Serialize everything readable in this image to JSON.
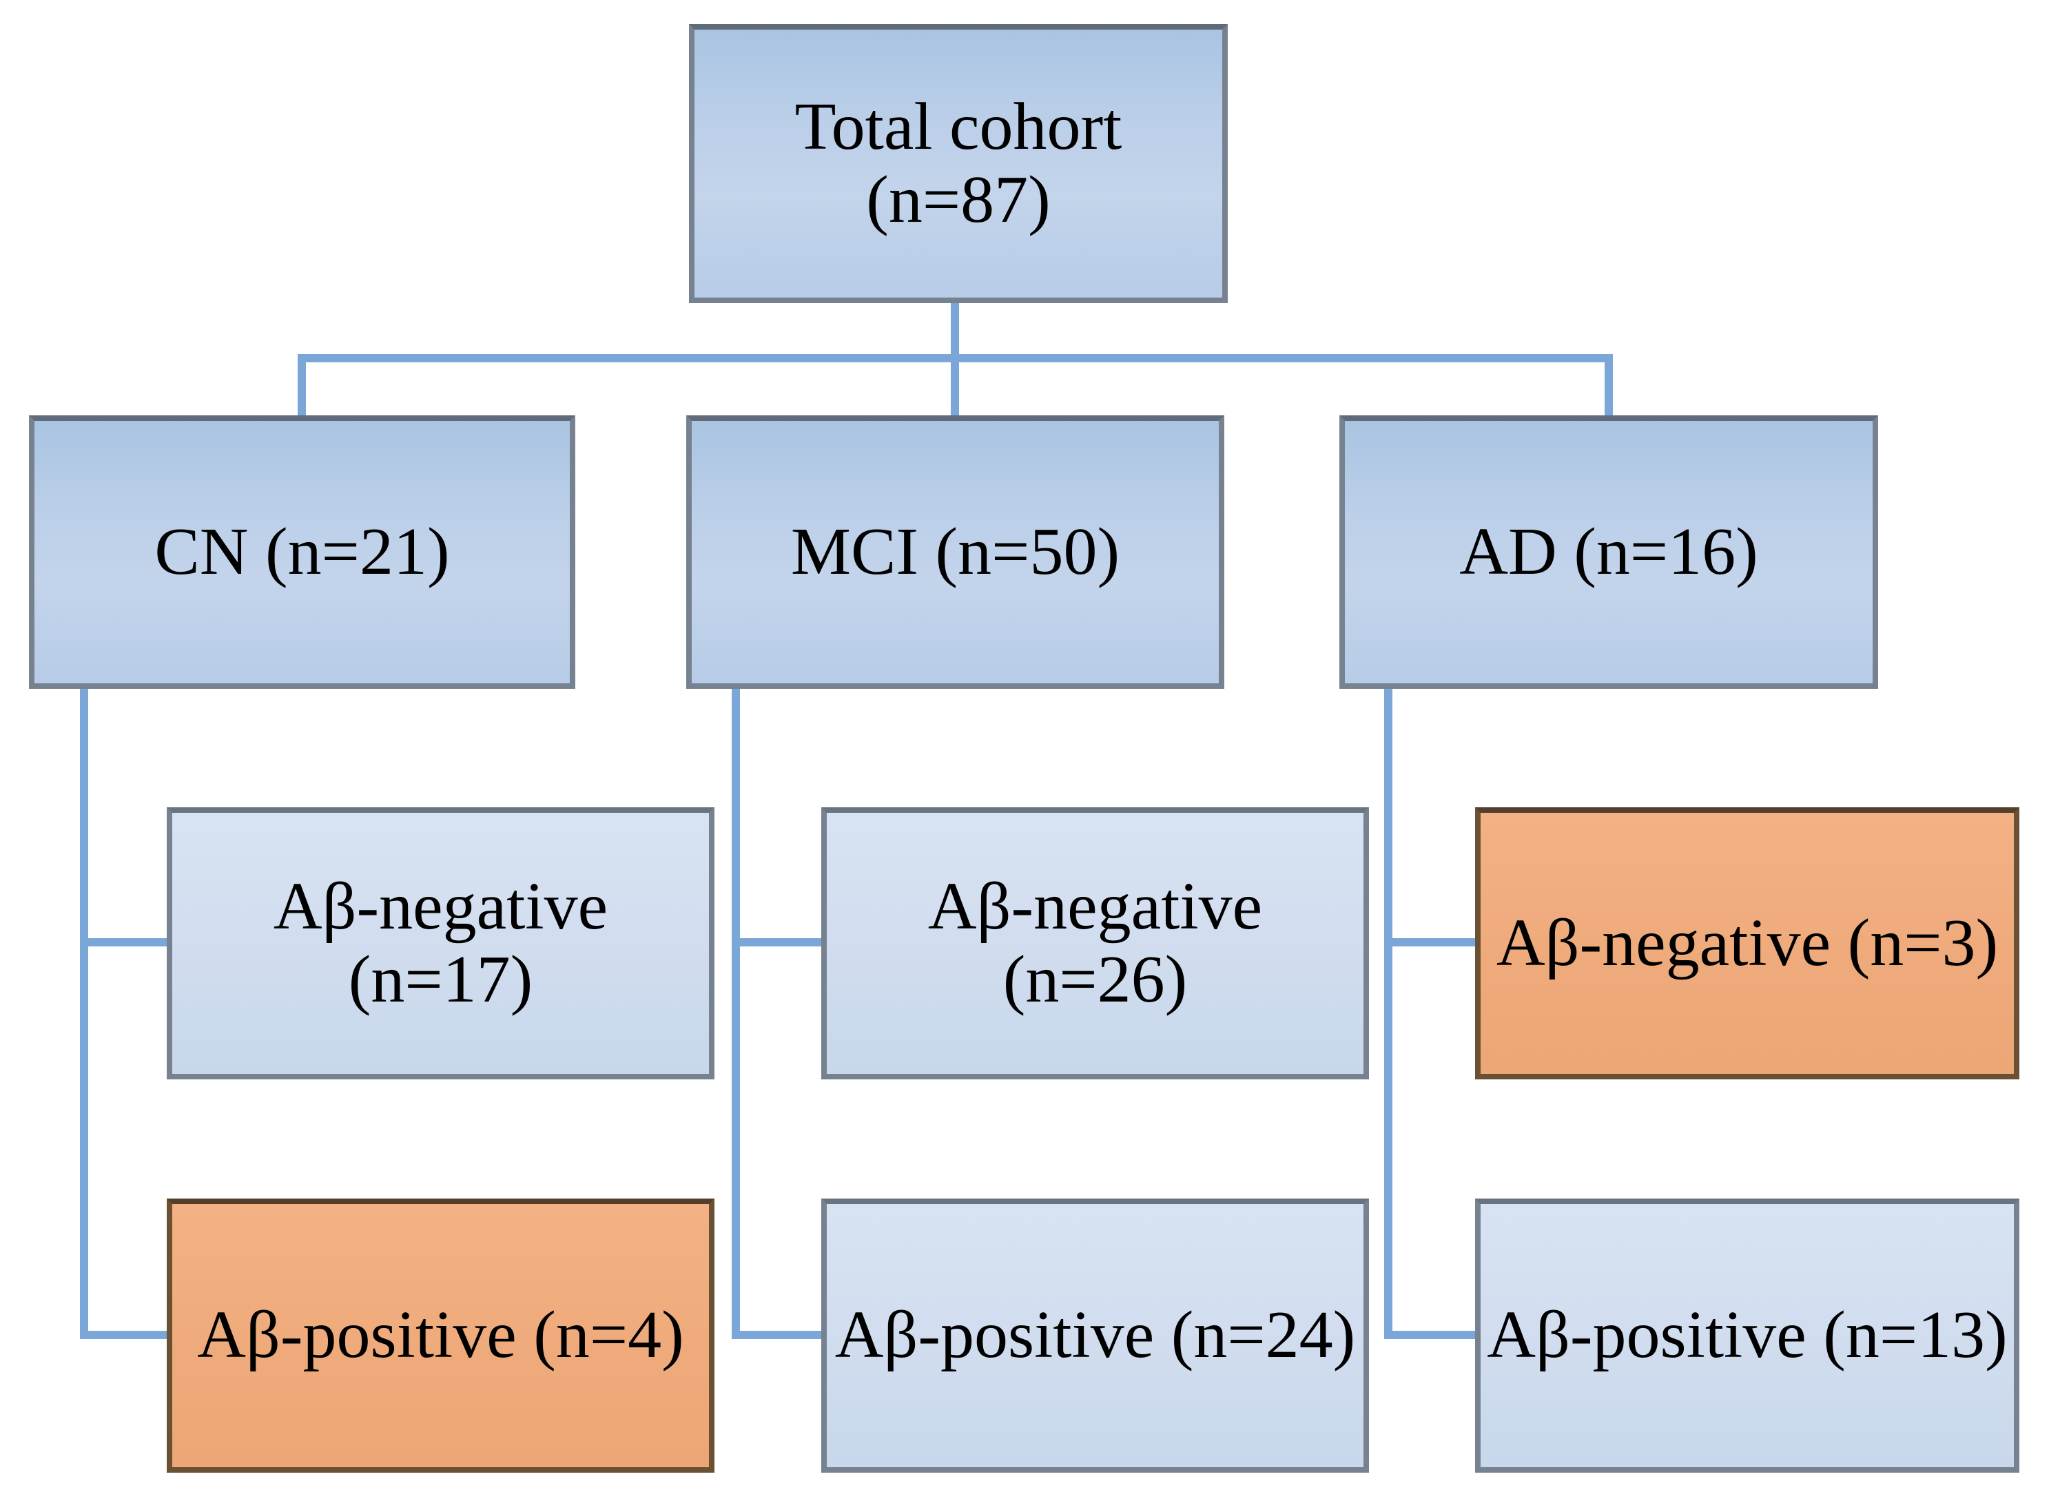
{
  "diagram": {
    "kind": "cohort-flowchart",
    "colors": {
      "connector": "#7BA7D8",
      "blue_node_border": "#76828F",
      "blue_node_fill": "#B7CCE7",
      "light_blue_node_fill": "#D2DEEF",
      "orange_node_fill": "#EFAB7C",
      "orange_node_border": "#6A5133",
      "text": "#000000",
      "background": "#FFFFFF"
    },
    "nodes": {
      "root": {
        "label": "Total cohort (n=87)",
        "n": 87
      },
      "cn": {
        "label": "CN (n=21)",
        "n": 21,
        "parent": "root"
      },
      "mci": {
        "label": "MCI (n=50)",
        "n": 50,
        "parent": "root"
      },
      "ad": {
        "label": "AD (n=16)",
        "n": 16,
        "parent": "root"
      },
      "cn_neg": {
        "label": "Aβ-negative\n(n=17)",
        "n": 17,
        "parent": "cn",
        "highlighted": false
      },
      "cn_pos": {
        "label": "Aβ-positive (n=4)",
        "n": 4,
        "parent": "cn",
        "highlighted": true
      },
      "mci_neg": {
        "label": "Aβ-negative\n(n=26)",
        "n": 26,
        "parent": "mci",
        "highlighted": false
      },
      "mci_pos": {
        "label": "Aβ-positive (n=24)",
        "n": 24,
        "parent": "mci",
        "highlighted": false
      },
      "ad_neg": {
        "label": "Aβ-negative (n=3)",
        "n": 3,
        "parent": "ad",
        "highlighted": true
      },
      "ad_pos": {
        "label": "Aβ-positive (n=13)",
        "n": 13,
        "parent": "ad",
        "highlighted": false
      }
    }
  }
}
